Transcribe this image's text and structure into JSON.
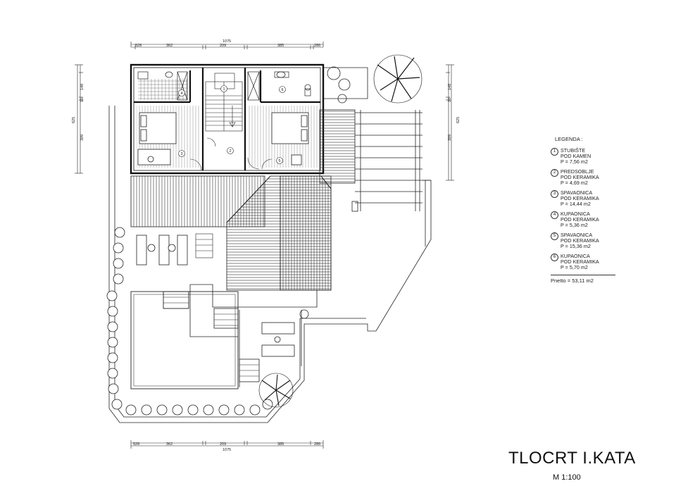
{
  "drawing": {
    "title": "TLOCRT I.KATA",
    "scale": "M 1:100"
  },
  "dimensions": {
    "top_total": "1075",
    "top_segments": [
      "528",
      "362",
      "209",
      "385",
      "286"
    ],
    "bottom_total": "1075",
    "bottom_segments": [
      "528",
      "362",
      "209",
      "385",
      "286"
    ],
    "left_total": "625",
    "left_segments": [
      "148",
      "10",
      "399"
    ],
    "right_total": "625",
    "right_segments": [
      "148",
      "10",
      "399"
    ]
  },
  "legend": {
    "heading": "LEGENDA :",
    "items": [
      {
        "num": "1",
        "name": "STUBIŠTE",
        "floor": "POD KAMEN",
        "area": "P = 7,56 m2"
      },
      {
        "num": "2",
        "name": "PREDSOBLJE",
        "floor": "POD KERAMIKA",
        "area": "P = 4,69 m2"
      },
      {
        "num": "3",
        "name": "SPAVAONICA",
        "floor": "POD KERAMIKA",
        "area": "P = 14,44 m2"
      },
      {
        "num": "4",
        "name": "KUPAONICA",
        "floor": "POD KERAMIKA",
        "area": "P = 5,36 m2"
      },
      {
        "num": "5",
        "name": "SPAVAONICA",
        "floor": "POD KERAMIKA",
        "area": "P = 15,36 m2"
      },
      {
        "num": "6",
        "name": "KUPAONICA",
        "floor": "POD KERAMIKA",
        "area": "P = 5,70 m2"
      }
    ],
    "total": "Pnetto = 53,11 m2"
  },
  "room_tags": [
    "1",
    "2",
    "3",
    "4",
    "5",
    "6"
  ],
  "colors": {
    "line": "#222222",
    "paper": "#ffffff"
  }
}
